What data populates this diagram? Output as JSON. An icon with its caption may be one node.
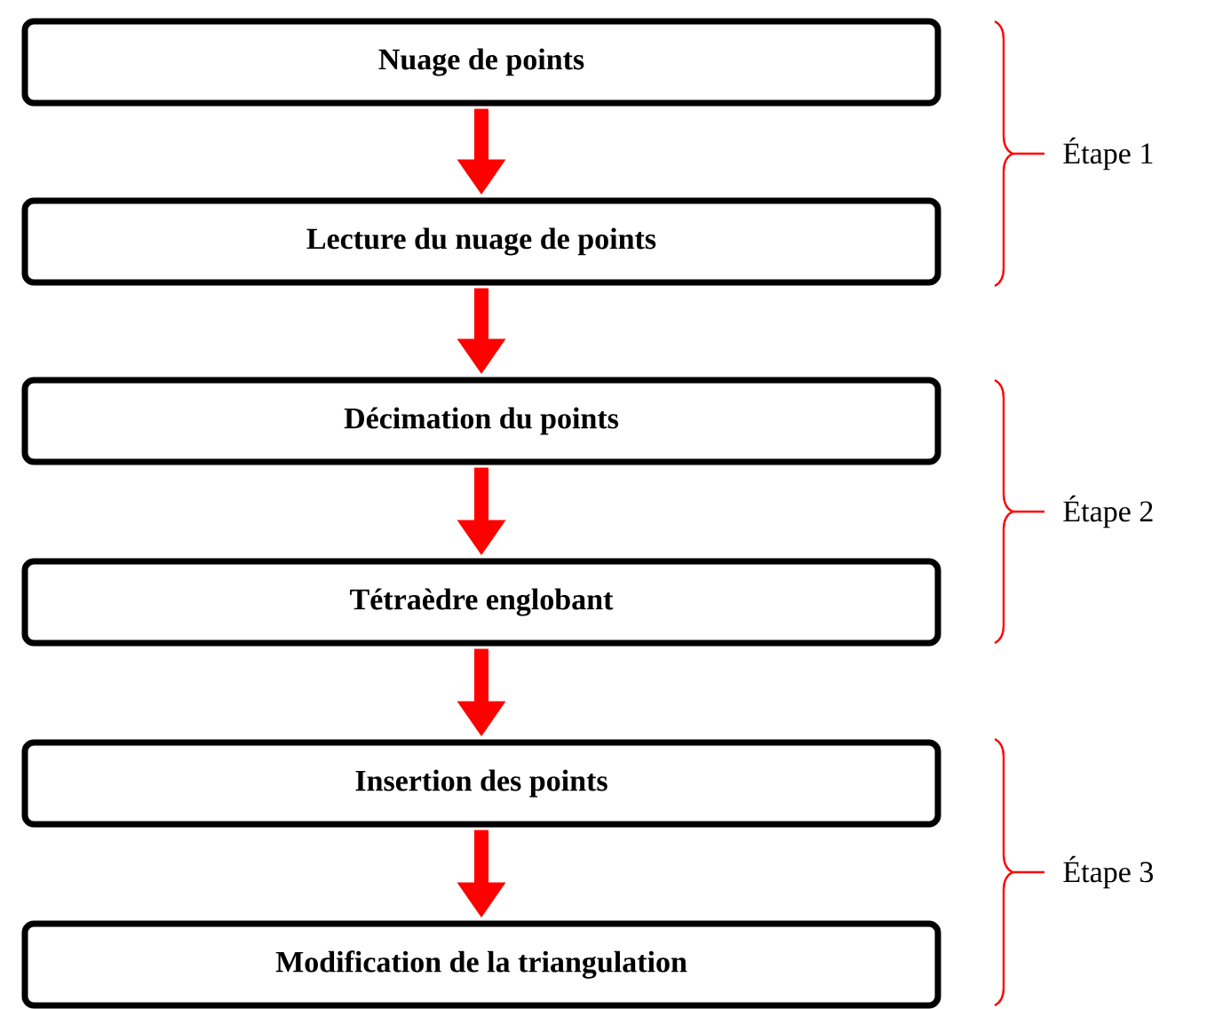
{
  "diagram": {
    "nodes": [
      {
        "text": [
          "Nuage de points"
        ]
      },
      {
        "text": [
          "Lecture du nuage de points"
        ]
      },
      {
        "text": [
          "Décimation du points"
        ]
      },
      {
        "text": [
          "Tétraèdre englobant"
        ]
      },
      {
        "text": [
          "Insertion des points"
        ]
      },
      {
        "text": [
          "Modification de la triangulation"
        ]
      }
    ],
    "edges": [
      {
        "from": 0,
        "to": 1,
        "arrow": "to"
      },
      {
        "from": 1,
        "to": 2,
        "arrow": "to"
      },
      {
        "from": 2,
        "to": 3,
        "arrow": "to"
      },
      {
        "from": 3,
        "to": 4,
        "arrow": "to"
      },
      {
        "from": 4,
        "to": 5,
        "arrow": "to"
      }
    ],
    "labels": [
      "Étape 1",
      "Étape 2",
      "Étape 3"
    ]
  }
}
